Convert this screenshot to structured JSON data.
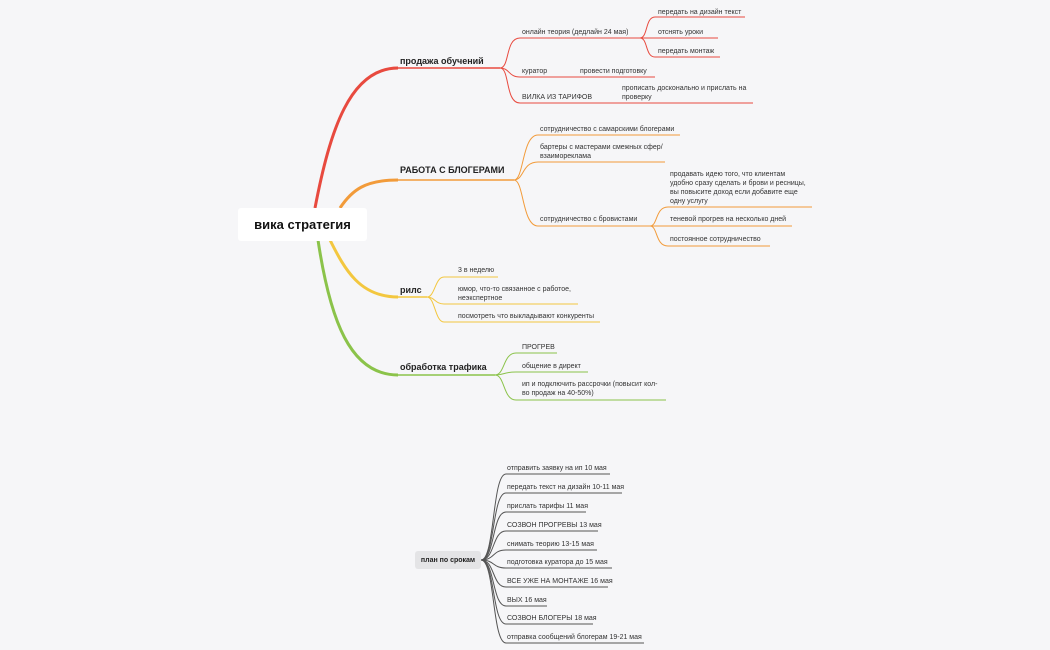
{
  "root": {
    "title": "вика стратегия"
  },
  "colors": {
    "red": "#e84a3f",
    "orange": "#f29b3a",
    "yellow": "#f3c73f",
    "green": "#8bc34a",
    "dark": "#555555"
  },
  "branches": [
    {
      "label": "продажа обучений",
      "children": [
        {
          "label": "онлайн теория (дедлайн 24 мая)",
          "children": [
            "передать на дизайн текст",
            "отснять уроки",
            "передать монтаж"
          ]
        },
        {
          "label": "куратор",
          "children": [
            "провести подготовку"
          ]
        },
        {
          "label": "ВИЛКА ИЗ ТАРИФОВ",
          "children": [
            "прописать досконально и прислать на проверку"
          ]
        }
      ]
    },
    {
      "label": "РАБОТА С БЛОГЕРАМИ",
      "children": [
        {
          "label": "сотрудничество с самарскими блогерами"
        },
        {
          "label": "бартеры с мастерами смежных сфер/ взаимореклама"
        },
        {
          "label": "сотрудничество с бровистами",
          "children": [
            "продавать идею того, что клиентам удобно сразу сделать и брови и ресницы, вы повысите доход если добавите еще одну услугу",
            "теневой прогрев на несколько дней",
            "постоянное сотрудничество"
          ]
        }
      ]
    },
    {
      "label": "рилс",
      "children": [
        {
          "label": "3 в неделю"
        },
        {
          "label": "юмор, что-то связанное с работое, неэкспертное"
        },
        {
          "label": "посмотреть что выкладывают конкуренты"
        }
      ]
    },
    {
      "label": "обработка трафика",
      "children": [
        {
          "label": "ПРОГРЕВ"
        },
        {
          "label": "общение в директ"
        },
        {
          "label": "ип и подключить рассрочки (повысит кол-во продаж на 40-50%)"
        }
      ]
    }
  ],
  "plan": {
    "title": "план по срокам",
    "items": [
      "отправить заявку на ип 10 мая",
      "передать текст на дизайн 10-11 мая",
      "прислать тарифы 11 мая",
      "СОЗВОН ПРОГРЕВЫ 13 мая",
      "снимать теорию 13-15 мая",
      "подготовка куратора до 15 мая",
      "ВСЕ УЖЕ НА МОНТАЖЕ 16 мая",
      "ВЫХ 16 мая",
      "СОЗВОН БЛОГЕРЫ 18 мая",
      "отправка сообщений блогерам 19-21 мая"
    ]
  }
}
